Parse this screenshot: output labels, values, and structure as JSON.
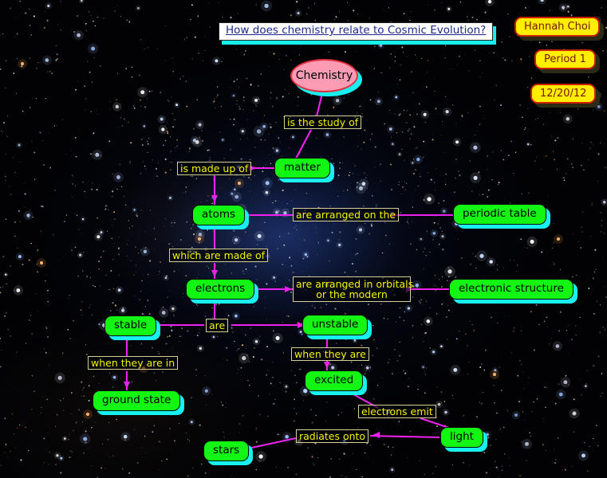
{
  "document": {
    "kind": "concept-map",
    "background": "starfield-space-photo"
  },
  "header": {
    "title": "How does chemistry relate to Cosmic Evolution?"
  },
  "meta_labels": [
    {
      "id": "author",
      "text": "Hannah Choi"
    },
    {
      "id": "period",
      "text": "Period 1"
    },
    {
      "id": "date",
      "text": "12/20/12"
    }
  ],
  "colors": {
    "node_fill": "#13f613",
    "node_shadow": "#18efef",
    "root_fill": "#fb9cb4",
    "root_border": "#e23040",
    "meta_fill": "#ffee00",
    "meta_border": "#cc2200",
    "meta_text": "#7a1406",
    "link_line": "#ee22ee",
    "link_label_text": "#f4f400",
    "link_label_border": "#d8cf96",
    "title_text": "#1d2a8c",
    "title_fill": "#ffffff"
  },
  "nodes": [
    {
      "id": "chemistry",
      "label": "Chemistry",
      "shape": "ellipse"
    },
    {
      "id": "matter",
      "label": "matter",
      "shape": "rounded-rect"
    },
    {
      "id": "atoms",
      "label": "atoms",
      "shape": "rounded-rect"
    },
    {
      "id": "periodic_table",
      "label": "periodic table",
      "shape": "rounded-rect"
    },
    {
      "id": "electrons",
      "label": "electrons",
      "shape": "rounded-rect"
    },
    {
      "id": "electronic_structure",
      "label": "electronic structure",
      "shape": "rounded-rect"
    },
    {
      "id": "stable",
      "label": "stable",
      "shape": "rounded-rect"
    },
    {
      "id": "unstable",
      "label": "unstable",
      "shape": "rounded-rect"
    },
    {
      "id": "ground_state",
      "label": "ground state",
      "shape": "rounded-rect"
    },
    {
      "id": "excited",
      "label": "excited",
      "shape": "rounded-rect"
    },
    {
      "id": "light",
      "label": "light",
      "shape": "rounded-rect"
    },
    {
      "id": "stars",
      "label": "stars",
      "shape": "rounded-rect"
    }
  ],
  "link_labels": [
    {
      "id": "is_the_study_of",
      "text": "is the study of"
    },
    {
      "id": "is_made_up_of",
      "text": "is made up of"
    },
    {
      "id": "are_arranged_on_the",
      "text": "are arranged on the"
    },
    {
      "id": "which_are_made_of",
      "text": "which are made of"
    },
    {
      "id": "are_arranged_in_orbitals",
      "text": "are arranged in orbitals\nor the modern"
    },
    {
      "id": "are",
      "text": "are"
    },
    {
      "id": "when_they_are_in",
      "text": "when they are in"
    },
    {
      "id": "when_they_are",
      "text": "when they are"
    },
    {
      "id": "electrons_emit",
      "text": "electrons emit"
    },
    {
      "id": "radiates_onto",
      "text": "radiates onto"
    }
  ],
  "edges": [
    {
      "from": "chemistry",
      "to": "is_the_study_of"
    },
    {
      "from": "is_the_study_of",
      "to": "matter"
    },
    {
      "from": "matter",
      "to": "is_made_up_of"
    },
    {
      "from": "is_made_up_of",
      "to": "atoms"
    },
    {
      "from": "atoms",
      "to": "are_arranged_on_the"
    },
    {
      "from": "are_arranged_on_the",
      "to": "periodic_table"
    },
    {
      "from": "atoms",
      "to": "which_are_made_of"
    },
    {
      "from": "which_are_made_of",
      "to": "electrons"
    },
    {
      "from": "electrons",
      "to": "are_arranged_in_orbitals"
    },
    {
      "from": "are_arranged_in_orbitals",
      "to": "electronic_structure"
    },
    {
      "from": "electrons",
      "to": "are"
    },
    {
      "from": "are",
      "to": "stable"
    },
    {
      "from": "are",
      "to": "unstable"
    },
    {
      "from": "stable",
      "to": "when_they_are_in"
    },
    {
      "from": "when_they_are_in",
      "to": "ground_state"
    },
    {
      "from": "unstable",
      "to": "when_they_are"
    },
    {
      "from": "when_they_are",
      "to": "excited"
    },
    {
      "from": "excited",
      "to": "electrons_emit"
    },
    {
      "from": "electrons_emit",
      "to": "light"
    },
    {
      "from": "light",
      "to": "radiates_onto"
    },
    {
      "from": "radiates_onto",
      "to": "stars"
    }
  ]
}
